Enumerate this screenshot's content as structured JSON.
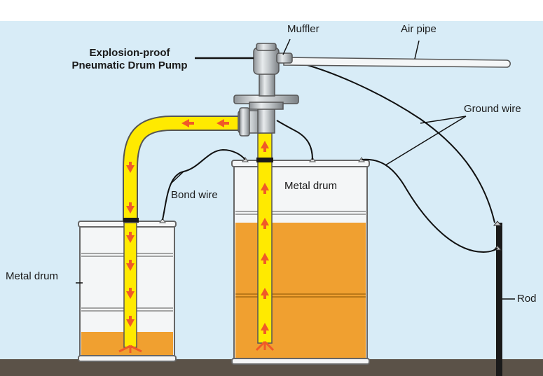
{
  "labels": {
    "pump_line1": "Explosion-proof",
    "pump_line2": "Pneumatic Drum Pump",
    "muffler": "Muffler",
    "air_pipe": "Air pipe",
    "ground_wire": "Ground wire",
    "bond_wire": "Bond wire",
    "metal_drum_right": "Metal drum",
    "metal_drum_left": "Metal drum",
    "rod": "Rod"
  },
  "colors": {
    "background": "#d8ecf7",
    "ground": "#5b5248",
    "liquid": "#f0a030",
    "hose": "#ffea00",
    "arrow": "#f05a28",
    "drum_outline": "#666666",
    "wire": "#111111"
  },
  "icons": {
    "flow": "arrow-icon",
    "pump": "pump-icon"
  }
}
